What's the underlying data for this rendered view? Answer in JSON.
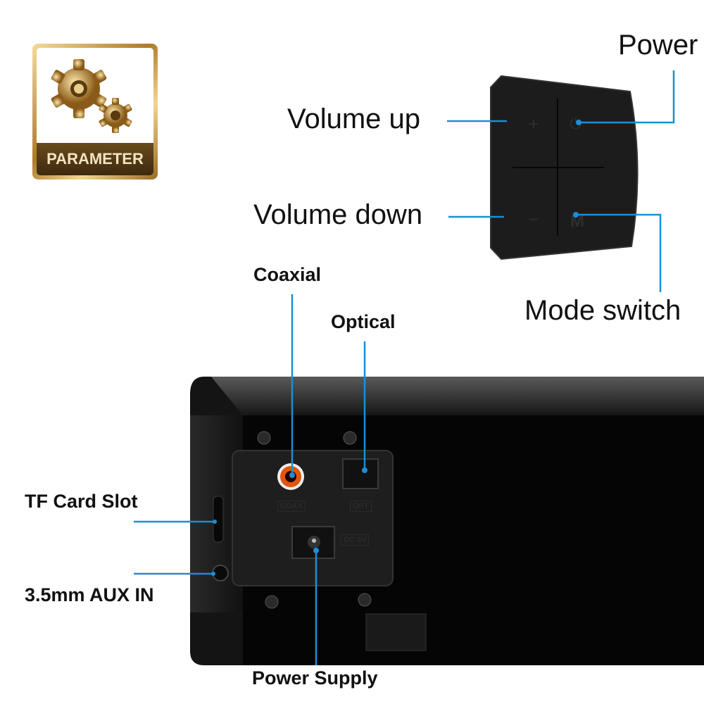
{
  "badge": {
    "label": "PARAMETER",
    "icon": "gears-icon"
  },
  "controls": {
    "power": "Power",
    "volume_up": "Volume up",
    "volume_down": "Volume down",
    "mode_switch": "Mode switch"
  },
  "ports": {
    "coaxial": "Coaxial",
    "optical": "Optical",
    "tf_card": "TF Card Slot",
    "aux_in": "3.5mm AUX IN",
    "power_supply": "Power Supply"
  },
  "embossed": {
    "coax": "COAX",
    "opt": "OPT",
    "dc": "DC 5V"
  },
  "colors": {
    "callout": "#1a8fd6",
    "device": "#1b1b1b",
    "gold": "#b07a28"
  }
}
